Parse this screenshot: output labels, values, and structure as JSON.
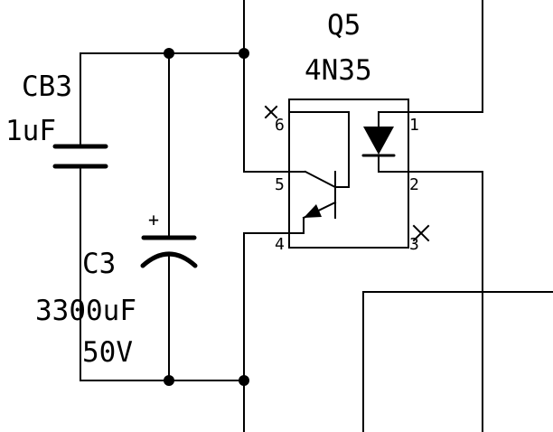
{
  "components": {
    "optocoupler": {
      "designator": "Q5",
      "part": "4N35",
      "pins": {
        "p1": "1",
        "p2": "2",
        "p3": "3",
        "p4": "4",
        "p5": "5",
        "p6": "6"
      },
      "unconnected_pins": [
        "6",
        "3"
      ]
    },
    "cb3": {
      "designator": "CB3",
      "value": "1uF"
    },
    "c3": {
      "designator": "C3",
      "value": "3300uF",
      "voltage": "50V",
      "polarity_mark": "+"
    }
  },
  "icons": {
    "junction": "junction-dot-icon",
    "no_connect": "no-connect-x-icon",
    "led": "led-diode-icon",
    "transistor": "npn-phototransistor-icon"
  }
}
